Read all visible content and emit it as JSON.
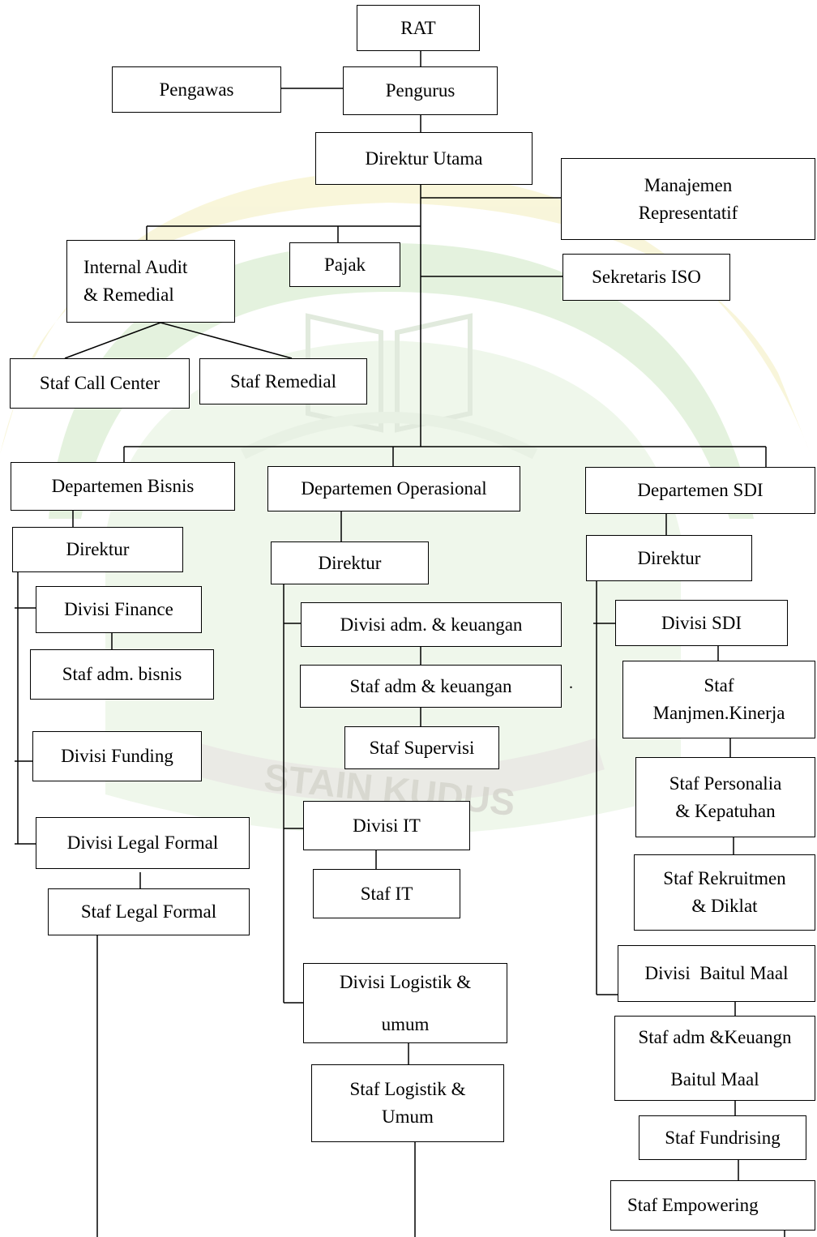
{
  "chart": {
    "rat": "RAT",
    "pengawas": "Pengawas",
    "pengurus": "Pengurus",
    "direktur_utama": "Direktur Utama",
    "manajemen_representatif": [
      "Manajemen",
      "Representatif"
    ],
    "internal_audit": [
      "Internal Audit",
      "& Remedial"
    ],
    "pajak": "Pajak",
    "sekretaris_iso": "Sekretaris ISO",
    "staf_call_center": "Staf Call Center",
    "staf_remedial": "Staf Remedial",
    "bisnis": {
      "departemen": "Departemen Bisnis",
      "direktur": "Direktur",
      "divisi_finance": "Divisi Finance",
      "staf_adm_bisnis": "Staf adm. bisnis",
      "divisi_funding": "Divisi Funding",
      "divisi_legal_formal": "Divisi Legal Formal",
      "staf_legal_formal": "Staf Legal Formal"
    },
    "operasional": {
      "departemen": "Departemen Operasional",
      "direktur": "Direktur",
      "divisi_adm_keuangan": "Divisi adm. & keuangan",
      "staf_adm_keuangan": "Staf adm & keuangan",
      "staf_supervisi": "Staf Supervisi",
      "divisi_it": "Divisi IT",
      "staf_it": "Staf IT",
      "divisi_logistik": [
        "Divisi Logistik &",
        "umum"
      ],
      "staf_logistik": [
        "Staf Logistik &",
        "Umum"
      ]
    },
    "sdi": {
      "departemen": "Departemen SDI",
      "direktur": "Direktur",
      "divisi_sdi": "Divisi SDI",
      "staf_kinerja": [
        "Staf",
        "Manjmen.Kinerja"
      ],
      "staf_personalia": [
        "Staf Personalia",
        "& Kepatuhan"
      ],
      "staf_rekruitmen": [
        "Staf Rekruitmen",
        "& Diklat"
      ],
      "divisi_baitul_maal": "Divisi  Baitul Maal",
      "staf_adm_baitul_maal": [
        "Staf adm &Keuangn",
        "Baitul Maal"
      ],
      "staf_fundrising": "Staf Fundrising",
      "staf_empowering": "Staf Empowering"
    },
    "watermark_text": "STAIN KUDUS",
    "stray_mark": "."
  }
}
